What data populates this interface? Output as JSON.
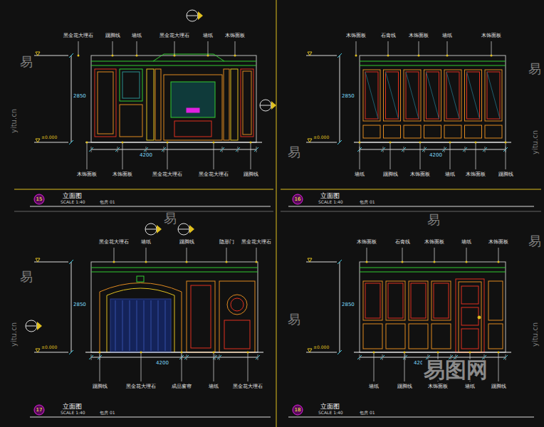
{
  "diagram": {
    "nodes": [
      {
        "text": [
          "15"
        ]
      },
      {
        "text": [
          "16"
        ]
      },
      {
        "text": [
          "17"
        ]
      },
      {
        "text": [
          "18"
        ]
      }
    ],
    "labels": [
      "黑金花大理石",
      "踢脚线",
      "墙纸",
      "黑金花大理石",
      "墙纸",
      "木饰面板",
      "木饰面板",
      "木饰面板",
      "黑金花大理石",
      "黑金花大理石",
      "踢脚线",
      "木饰面板",
      "石膏线",
      "木饰面板",
      "墙纸",
      "木饰面板",
      "墙纸",
      "踢脚线",
      "木饰面板",
      "墙纸",
      "木饰面板",
      "踢脚线",
      "黑金花大理石",
      "墙纸",
      "踢脚线",
      "隐形门",
      "黑金花大理石",
      "踢脚线",
      "黑金花大理石",
      "成品窗帘",
      "墙纸",
      "黑金花大理石",
      "木饰面板",
      "石膏线",
      "木饰面板",
      "墙纸",
      "木饰面板",
      "墙纸",
      "踢脚线",
      "木饰面板",
      "墙纸",
      "踢脚线",
      "立面图",
      "SCALE 1:40",
      "包房 01",
      "立面图",
      "SCALE 1:40",
      "包房 01",
      "立面图",
      "SCALE 1:40",
      "包房 01",
      "立面图",
      "SCALE 1:40",
      "包房 01",
      "2850",
      "2850",
      "2850",
      "2850",
      "±0.000",
      "±0.000",
      "±0.000",
      "±0.000",
      "4200",
      "4200",
      "4200",
      "4200",
      "易",
      "易",
      "易",
      "易",
      "易",
      "易",
      "易",
      "易",
      "yitu.cn",
      "yitu.cn",
      "yitu.cn",
      "yitu.cn",
      "易图网"
    ]
  }
}
